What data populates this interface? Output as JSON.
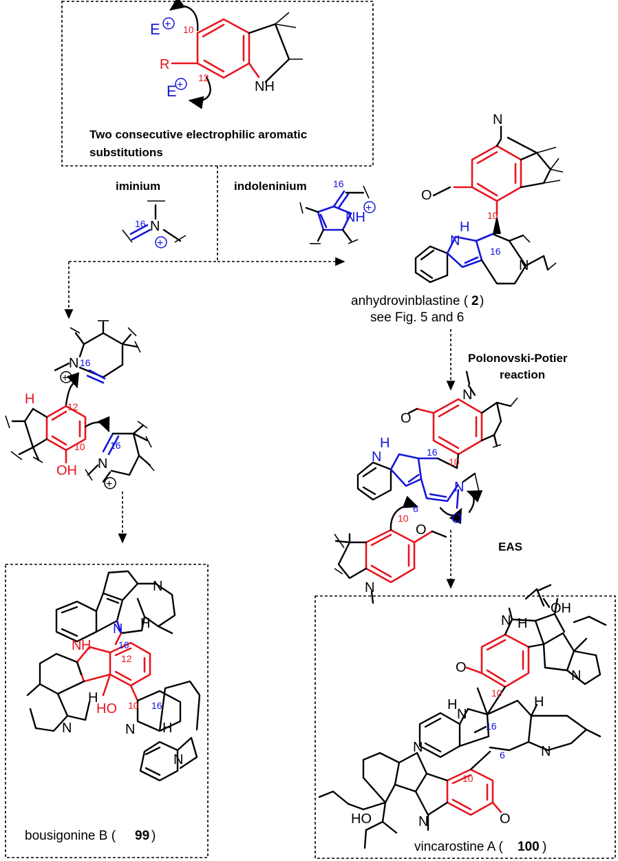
{
  "top_box": {
    "electrophile_1": "E",
    "electrophile_2": "E",
    "charge_symbol": "+",
    "substituent": "R",
    "nh": "NH",
    "pos_10": "10",
    "pos_12": "12",
    "caption_line1": "Two consecutive electrophilic aromatic",
    "caption_line2": "substitutions"
  },
  "iminium": {
    "label": "iminium",
    "n": "N",
    "pos_16": "16"
  },
  "indoleninium": {
    "label": "indoleninium",
    "nh": "NH",
    "pos_16": "16"
  },
  "anhydrovinblastine": {
    "caption_line1_name": "anhydrovinblastine (",
    "caption_line1_num": "2",
    "caption_line1_end": ")",
    "caption_line2": "see Fig. 5 and 6",
    "n_top": "N",
    "n_amine": "N",
    "nh": "H",
    "n_indole": "N",
    "methoxy_o": "O",
    "pos_10": "10",
    "pos_16": "16"
  },
  "polonovski": {
    "label_line1": "Polonovski-Potier",
    "label_line2": "reaction",
    "n_top": "N",
    "n_oxide": "N",
    "oxide_o": "O",
    "nh_h": "H",
    "nh_n": "N",
    "methoxy_o": "O",
    "pos_10": "10",
    "pos_16": "16",
    "pos_6": "6",
    "nucleophile_pos_10": "10",
    "nucleophile_o": "O",
    "nucleophile_n": "N"
  },
  "eas_label": "EAS",
  "left_intermediates": {
    "iminium_n": "N",
    "iminium_pos_16": "16",
    "nh_n": "N",
    "nh_h": "H",
    "pos_12": "12",
    "pos_10": "10",
    "oh": "OH",
    "imine_n": "N",
    "imine_pos_16": "16"
  },
  "bousigonine": {
    "caption_name": "bousigonine B (",
    "caption_num": "99",
    "caption_end": ")",
    "n_top": "N",
    "n_indole_top": "N",
    "h_top": "H",
    "pos_16_top": "16",
    "pos_12": "12",
    "nh_n": "N",
    "nh_h": "H",
    "oh": "HO",
    "pos_10": "10",
    "pos_16_bottom": "16",
    "n_indole_bottom": "N",
    "h_bottom": "H",
    "n_bottom": "N",
    "h_left": "H",
    "n_left": "N"
  },
  "vincarostine": {
    "caption_name": "vincarostine A (",
    "caption_num": "100",
    "caption_end": ")",
    "oh": "OH",
    "ho": "HO",
    "n_top": "N",
    "h_top": "H",
    "n_pip": "N",
    "methoxy_o": "O",
    "pos_10_top": "10",
    "pos_16": "16",
    "nh_n": "N",
    "nh_h": "H",
    "pos_6": "6",
    "n_amine": "N",
    "h_amine": "H",
    "n_left_pip": "N",
    "pos_10_bottom": "10",
    "n_bottom": "N",
    "o_labels": "O"
  }
}
